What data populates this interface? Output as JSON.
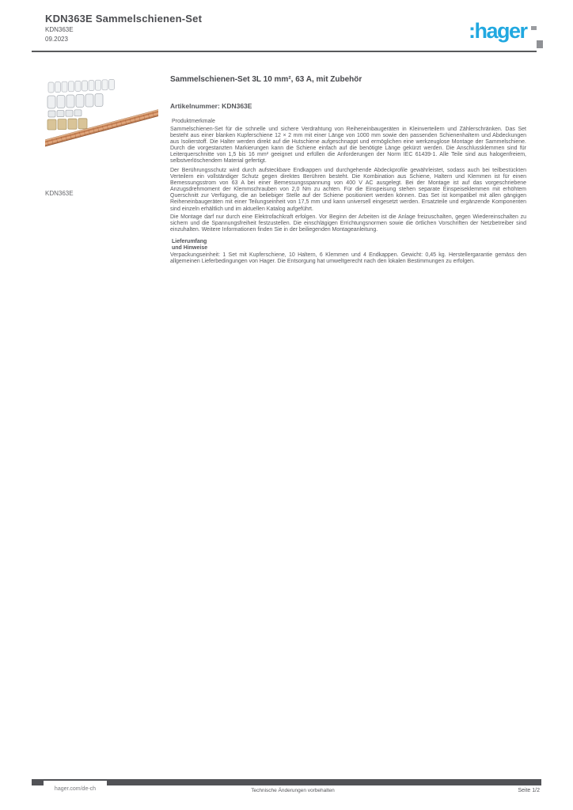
{
  "header": {
    "title": "KDN363E Sammelschienen-Set",
    "subline1": "KDN363E",
    "subline2": "09.2023",
    "logo_text": ":hager"
  },
  "product": {
    "image_caption": "KDN363E",
    "title": "Sammelschienen-Set 3L 10 mm², 63 A, mit Zubehör",
    "article_line": "Artikelnummer: KDN363E",
    "section_label": "Produktmerkmale",
    "paragraph1": "Sammelschienen-Set für die schnelle und sichere Verdrahtung von Reiheneinbaugeräten in Kleinverteilern und Zählerschränken. Das Set besteht aus einer blanken Kupferschiene 12 × 2 mm mit einer Länge von 1000 mm sowie den passenden Schienenhaltern und Abdeckungen aus Isolierstoff. Die Halter werden direkt auf die Hutschiene aufgeschnappt und ermöglichen eine werkzeuglose Montage der Sammelschiene. Durch die vorgestanzten Markierungen kann die Schiene einfach auf die benötigte Länge gekürzt werden. Die Anschlussklemmen sind für Leiterquerschnitte von 1,5 bis 16 mm² geeignet und erfüllen die Anforderungen der Norm IEC 61439-1. Alle Teile sind aus halogenfreiem, selbstverlöschendem Material gefertigt.",
    "paragraph2": "Der Berührungsschutz wird durch aufsteckbare Endkappen und durchgehende Abdeckprofile gewährleistet, sodass auch bei teilbestückten Verteilern ein vollständiger Schutz gegen direktes Berühren besteht. Die Kombination aus Schiene, Haltern und Klemmen ist für einen Bemessungsstrom von 63 A bei einer Bemessungsspannung von 400 V AC ausgelegt. Bei der Montage ist auf das vorgeschriebene Anzugsdrehmoment der Klemmschrauben von 2,0 Nm zu achten. Für die Einspeisung stehen separate Einspeiseklemmen mit erhöhtem Querschnitt zur Verfügung, die an beliebiger Stelle auf der Schiene positioniert werden können. Das Set ist kompatibel mit allen gängigen Reiheneinbaugeräten mit einer Teilungseinheit von 17,5 mm und kann universell eingesetzt werden. Ersatzteile und ergänzende Komponenten sind einzeln erhältlich und im aktuellen Katalog aufgeführt.",
    "paragraph3": "Die Montage darf nur durch eine Elektrofachkraft erfolgen. Vor Beginn der Arbeiten ist die Anlage freizuschalten, gegen Wiedereinschalten zu sichern und die Spannungsfreiheit festzustellen. Die einschlägigen Errichtungsnormen sowie die örtlichen Vorschriften der Netzbetreiber sind einzuhalten. Weitere Informationen finden Sie in der beiliegenden Montageanleitung.",
    "note_line1": "Lieferumfang",
    "note_line2": "und Hinweise",
    "paragraph4": "Verpackungseinheit: 1 Set mit Kupferschiene, 10 Haltern, 6 Klemmen und 4 Endkappen. Gewicht: 0,45 kg. Herstellergarantie gemäss den allgemeinen Lieferbedingungen von Hager. Die Entsorgung hat umweltgerecht nach den lokalen Bestimmungen zu erfolgen."
  },
  "footer": {
    "website": "hager.com/de-ch",
    "center_text": "Technische Änderungen vorbehalten",
    "page_label": "Seite 1/2"
  },
  "colors": {
    "brand_accent": "#21A8E0",
    "body_text": "#55565A",
    "footer_bar": "#515256",
    "copper": "#C77F52"
  }
}
